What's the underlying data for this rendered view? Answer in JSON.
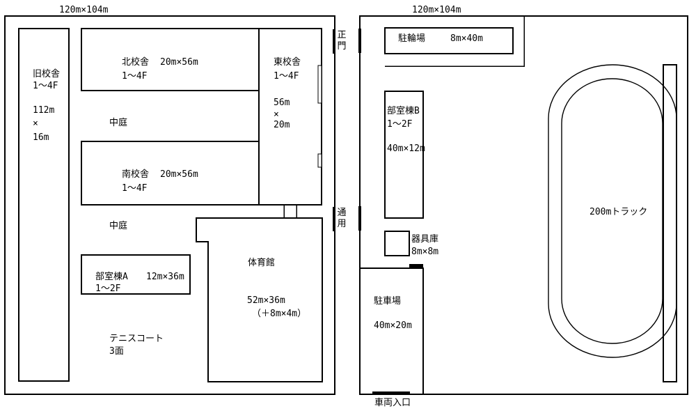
{
  "colors": {
    "line": "#000000",
    "background": "#ffffff",
    "text": "#000000"
  },
  "left": {
    "title": "120m×104m",
    "old_school": {
      "name": "旧校舎",
      "floors": "1～4F",
      "dim_w": "112m",
      "dim_x": "×",
      "dim_h": "16m"
    },
    "north": {
      "name": "北校舎",
      "dim": "20m×56m",
      "floors": "1～4F"
    },
    "east": {
      "name": "東校舎",
      "floors": "1～4F",
      "dim_w": "56m",
      "dim_x": "×",
      "dim_h": "20m"
    },
    "south": {
      "name": "南校舎",
      "dim": "20m×56m",
      "floors": "1～4F"
    },
    "courtyard_upper": "中庭",
    "courtyard_lower": "中庭",
    "club_a": {
      "name": "部室棟A",
      "dim": "12m×36m",
      "floors": "1～2F"
    },
    "tennis": {
      "name": "テニスコート",
      "count": "3面"
    },
    "gym": {
      "name": "体育館",
      "dim": "52m×36m",
      "annex": "（＋8m×4m）"
    },
    "main_gate": "正\n門",
    "service_gate": "通\n用"
  },
  "right": {
    "title": "120m×104m",
    "bike": {
      "name": "駐輪場",
      "dim": "8m×40m"
    },
    "club_b": {
      "name": "部室棟B",
      "floors": "1～2F",
      "dim": "40m×12m"
    },
    "equipment": {
      "name": "器具庫",
      "dim": "8m×8m"
    },
    "parking": {
      "name": "駐車場",
      "dim": "40m×20m"
    },
    "vehicle_entrance": "車両入口",
    "track": {
      "name": "200mトラック"
    }
  }
}
